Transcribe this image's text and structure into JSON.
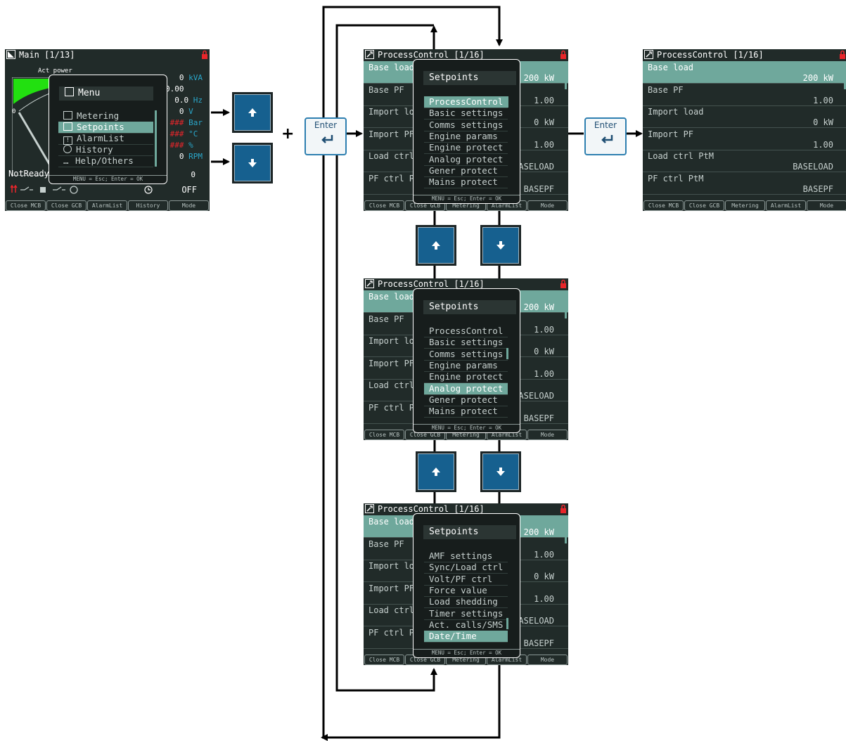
{
  "main_screen": {
    "title": "Main [1/13]",
    "act_power_label": "Act power",
    "readings": [
      {
        "value": "0",
        "unit": "kVA"
      },
      {
        "value": "0.00",
        "unit": ""
      },
      {
        "value": "0.0",
        "unit": "Hz"
      },
      {
        "value": "0",
        "unit": "V"
      },
      {
        "value": "###",
        "unit": "Bar"
      },
      {
        "value": "###",
        "unit": "°C"
      },
      {
        "value": "###",
        "unit": "%"
      },
      {
        "value": "0",
        "unit": "RPM"
      }
    ],
    "gauge_zero": "0",
    "status": "NotReady",
    "status_value": "0",
    "mode_value": "OFF",
    "softkeys": [
      "Close MCB",
      "Close GCB",
      "AlarmList",
      "History",
      "Mode"
    ],
    "menu": {
      "title": "Menu",
      "items": [
        "Metering",
        "Setpoints",
        "AlarmList",
        "History",
        "Help/Others"
      ],
      "selected": 1,
      "footer": "MENU = Esc; Enter = OK"
    }
  },
  "process_screen": {
    "title": "ProcessControl [1/16]",
    "rows": [
      {
        "name": "Base load",
        "value": "200 kW"
      },
      {
        "name": "Base PF",
        "value": "1.00"
      },
      {
        "name": "Import load",
        "value": "0 kW"
      },
      {
        "name": "Import PF",
        "value": "1.00"
      },
      {
        "name": "Load ctrl PtM",
        "value": "BASELOAD"
      },
      {
        "name": "PF ctrl PtM",
        "value": "BASEPF"
      }
    ],
    "softkeys": [
      "Close MCB",
      "Close GCB",
      "Metering",
      "AlarmList",
      "Mode"
    ]
  },
  "setpoints_popup": {
    "title": "Setpoints",
    "footer": "MENU = Esc; Enter = OK",
    "page1": [
      "ProcessControl",
      "Basic settings",
      "Comms settings",
      "Engine params",
      "Engine protect",
      "Analog protect",
      "Gener protect",
      "Mains protect"
    ],
    "page2": [
      "AMF settings",
      "Sync/Load ctrl",
      "Volt/PF ctrl",
      "Force value",
      "Load shedding",
      "Timer settings",
      "Act. calls/SMS",
      "Date/Time"
    ],
    "selected_top": 0,
    "selected_middle": 5,
    "selected_bottom": 7
  },
  "buttons": {
    "enter_label": "Enter",
    "plus": "+"
  },
  "colors": {
    "screen_bg": "#212b29",
    "highlight": "#6fa89c",
    "key_blue": "#16608f",
    "lock_red": "#e8262b",
    "gauge_green": "#22e010"
  }
}
